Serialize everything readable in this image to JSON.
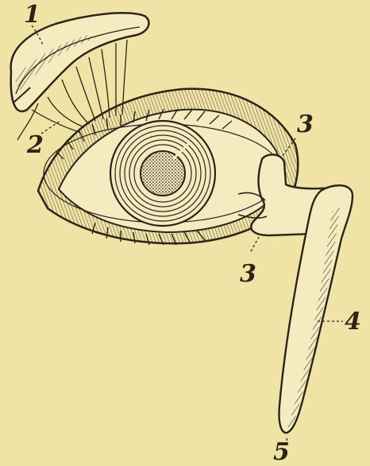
{
  "labels": {
    "gland": "1",
    "ducts": "2",
    "puncta_upper": "3",
    "puncta_lower": "3",
    "nasal_duct": "4",
    "duct_opening": "5"
  },
  "colors": {
    "paper": "#efe3a6",
    "ink": "#2b2418",
    "tissue": "#f4ebc0"
  }
}
